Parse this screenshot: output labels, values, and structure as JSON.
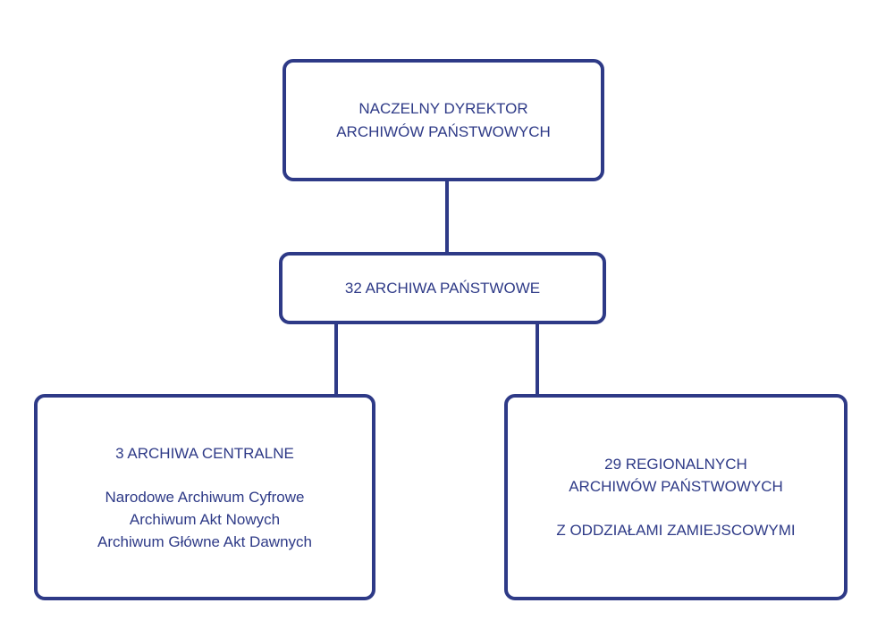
{
  "diagram": {
    "director": {
      "line1": "NACZELNY DYREKTOR",
      "line2": "ARCHIWÓW PAŃSTWOWYCH"
    },
    "state_archives": {
      "line1": "32  ARCHIWA PAŃSTWOWE"
    },
    "central_archives": {
      "heading": "3 ARCHIWA CENTRALNE",
      "items": [
        "Narodowe Archiwum Cyfrowe",
        "Archiwum Akt Nowych",
        "Archiwum Główne Akt Dawnych"
      ]
    },
    "regional_archives": {
      "line1": "29  REGIONALNYCH",
      "line2": "ARCHIWÓW PAŃSTWOWYCH",
      "line3": "Z ODDZIAŁAMI ZAMIEJSCOWYMI"
    },
    "colors": {
      "accent": "#2e3a87",
      "background": "#ffffff"
    }
  }
}
